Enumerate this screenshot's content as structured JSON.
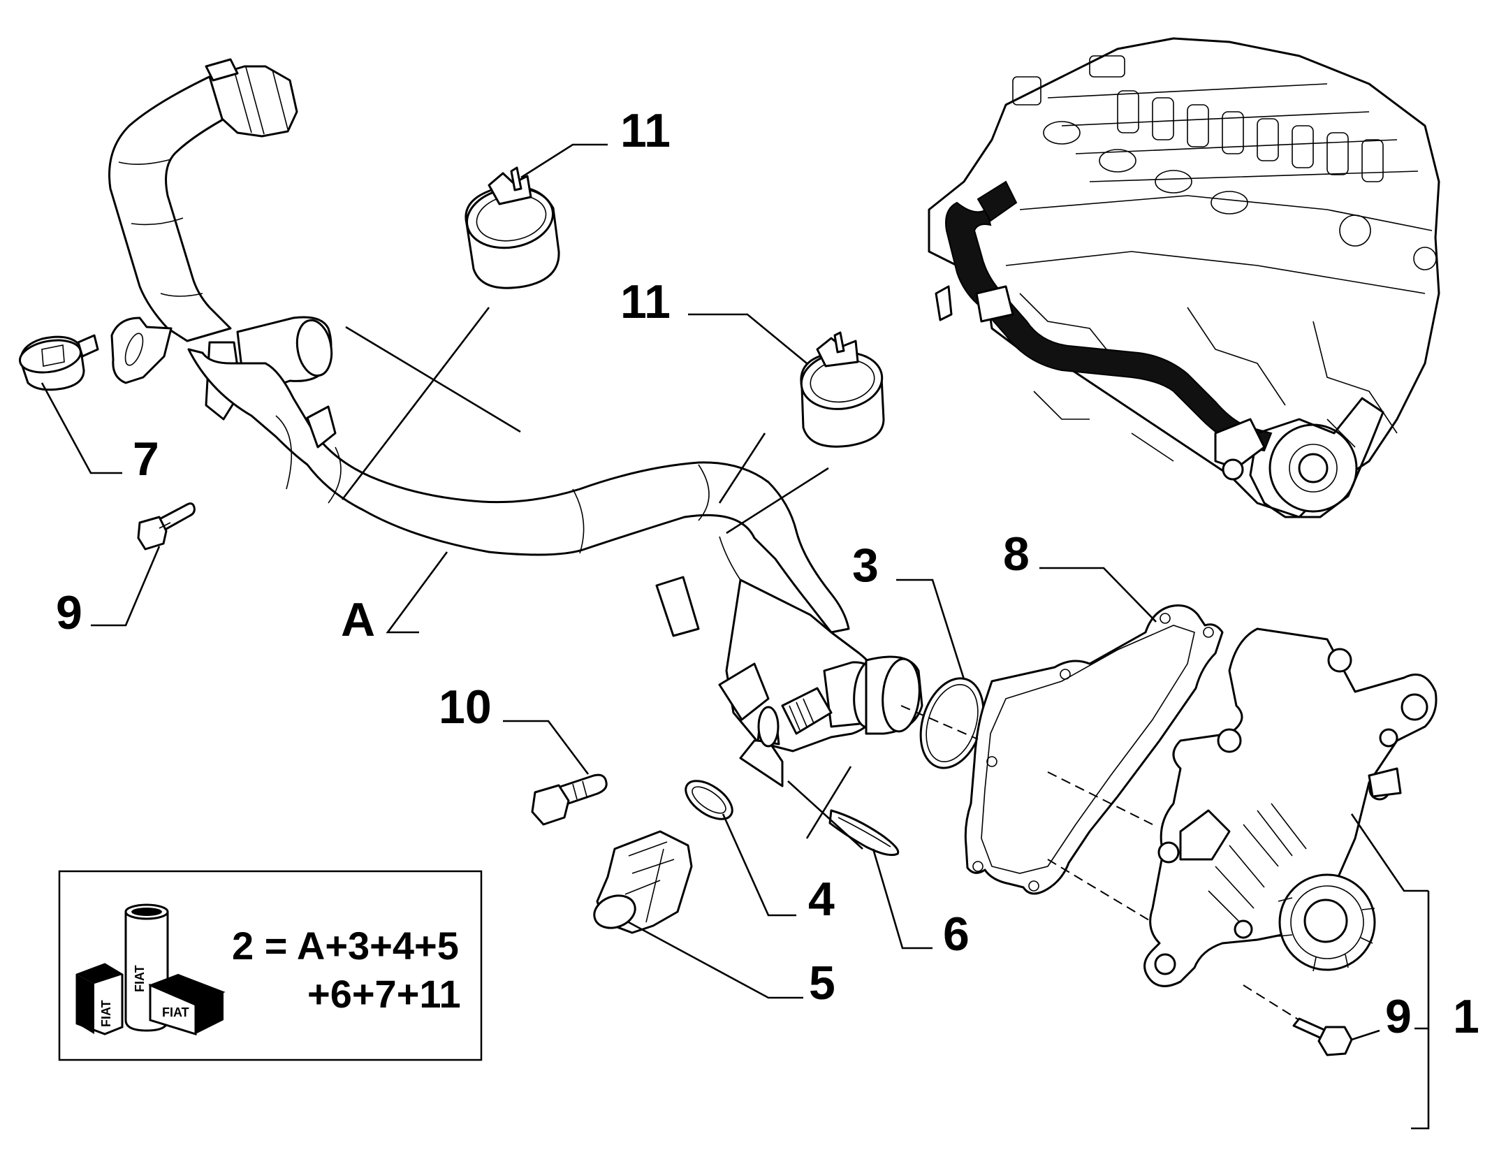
{
  "labels": {
    "a": "A",
    "n1": "1",
    "n3": "3",
    "n4": "4",
    "n5": "5",
    "n6": "6",
    "n7": "7",
    "n8": "8",
    "n9a": "9",
    "n9b": "9",
    "n10": "10",
    "n11a": "11",
    "n11b": "11"
  },
  "kit": {
    "line1": "2 = A+3+4+5",
    "line2": "+6+7+11",
    "box_text_1": "FIAT",
    "box_text_2": "FIAT",
    "box_text_3": "FIAT"
  }
}
